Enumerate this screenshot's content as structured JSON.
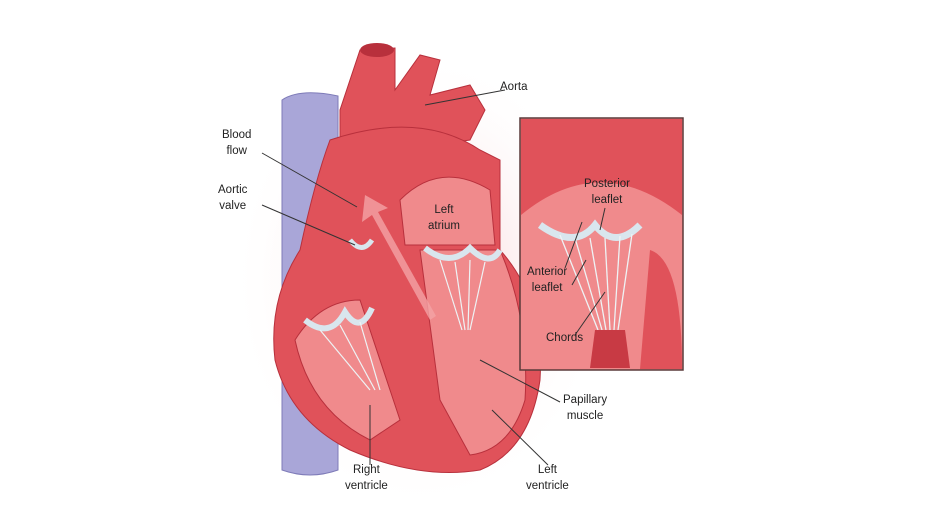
{
  "title": "Heart anatomy with mitral valve inset",
  "labels": {
    "aorta": [
      "Aorta"
    ],
    "blood_flow": [
      "Blood",
      "flow"
    ],
    "aortic_valve": [
      "Aortic",
      "valve"
    ],
    "left_atrium": [
      "Left",
      "atrium"
    ],
    "posterior_leaflet": [
      "Posterior",
      "leaflet"
    ],
    "anterior_leaflet": [
      "Anterior",
      "leaflet"
    ],
    "chords": [
      "Chords"
    ],
    "papillary_muscle": [
      "Papillary",
      "muscle"
    ],
    "right_ventricle": [
      "Right",
      "ventricle"
    ],
    "left_ventricle": [
      "Left",
      "ventricle"
    ]
  },
  "colors": {
    "muscle": "#e0525a",
    "muscle_dark": "#b8303c",
    "chamber": "#f08a8c",
    "vein": "#a9a6d8",
    "valve": "#d9e6ee",
    "glow": "#f7d6d8"
  }
}
